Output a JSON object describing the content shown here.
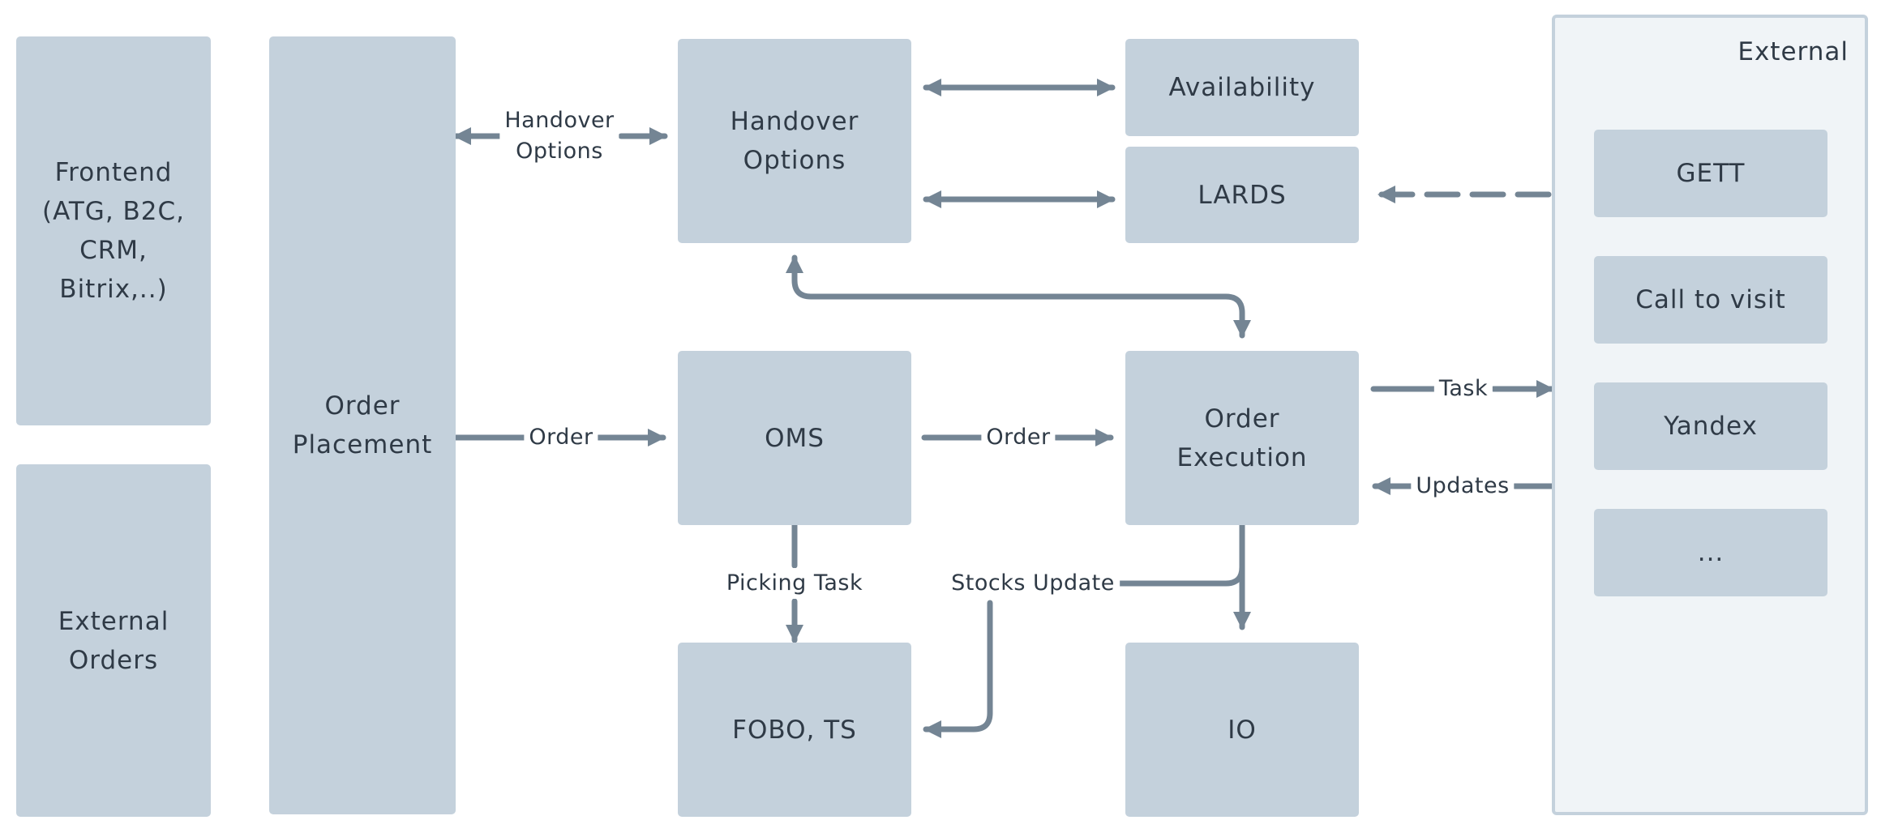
{
  "nodes": {
    "frontend": "Frontend\n(ATG, B2C,\nCRM,\nBitrix,..)",
    "external_orders": "External\nOrders",
    "order_placement": "Order\nPlacement",
    "handover_options": "Handover\nOptions",
    "availability": "Availability",
    "lards": "LARDS",
    "oms": "OMS",
    "order_execution": "Order\nExecution",
    "fobo_ts": "FOBO, TS",
    "io": "IO"
  },
  "external_group": {
    "title": "External",
    "items": [
      "GETT",
      "Call to visit",
      "Yandex",
      "..."
    ]
  },
  "edges": {
    "handover_options": "Handover\nOptions",
    "order_placement_to_oms": "Order",
    "oms_to_execution": "Order",
    "picking_task": "Picking Task",
    "stocks_update": "Stocks Update",
    "task": "Task",
    "updates": "Updates"
  },
  "colors": {
    "node_fill": "#c4d1dc",
    "group_fill": "#f0f4f7",
    "arrow": "#748594",
    "text": "#2f3a46"
  }
}
